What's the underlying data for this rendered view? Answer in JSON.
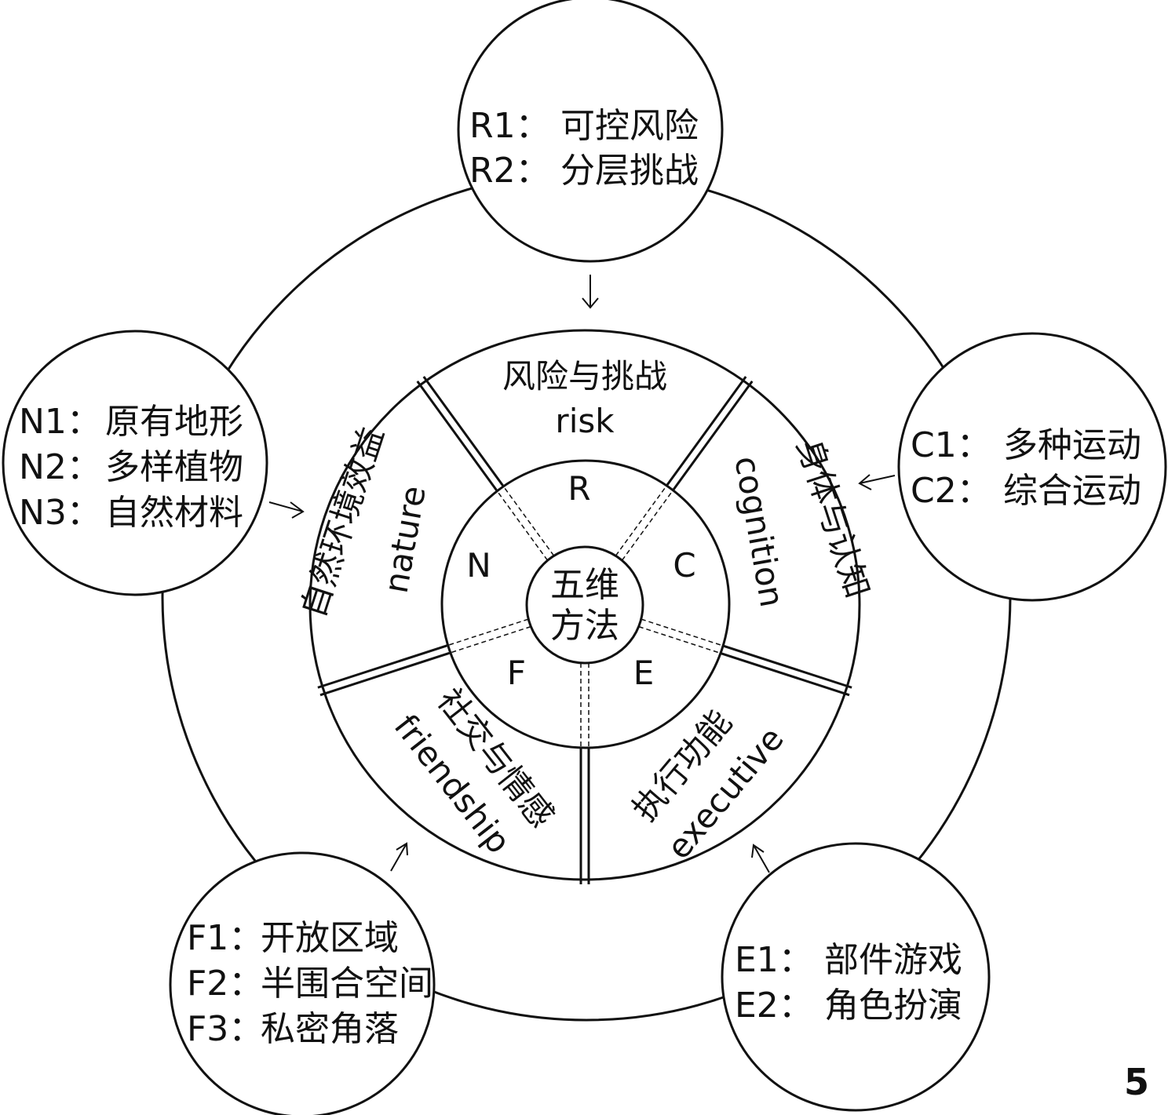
{
  "center": {
    "line1": "五维",
    "line2": "方法"
  },
  "letters": {
    "R": "R",
    "C": "C",
    "E": "E",
    "F": "F",
    "N": "N"
  },
  "segments": {
    "risk": {
      "zh": "风险与挑战",
      "en": "risk"
    },
    "cognition": {
      "zh": "身体与认知",
      "en": "cognition"
    },
    "executive": {
      "zh": "执行功能",
      "en": "executive"
    },
    "friendship": {
      "zh": "社交与情感",
      "en": "friendship"
    },
    "nature": {
      "zh": "自然环境效益",
      "en": "nature"
    }
  },
  "nodes": {
    "R": [
      {
        "code": "R1：",
        "text": "可控风险"
      },
      {
        "code": "R2：",
        "text": "分层挑战"
      }
    ],
    "N": [
      {
        "code": "N1：",
        "text": "原有地形"
      },
      {
        "code": "N2：",
        "text": "多样植物"
      },
      {
        "code": "N3：",
        "text": "自然材料"
      }
    ],
    "C": [
      {
        "code": "C1：",
        "text": "多种运动"
      },
      {
        "code": "C2：",
        "text": "综合运动"
      }
    ],
    "F": [
      {
        "code": "F1：",
        "text": "开放区域"
      },
      {
        "code": "F2：",
        "text": "半围合空间"
      },
      {
        "code": "F3：",
        "text": "私密角落"
      }
    ],
    "E": [
      {
        "code": "E1：",
        "text": "部件游戏"
      },
      {
        "code": "E2：",
        "text": "角色扮演"
      }
    ]
  },
  "page_number": "5"
}
